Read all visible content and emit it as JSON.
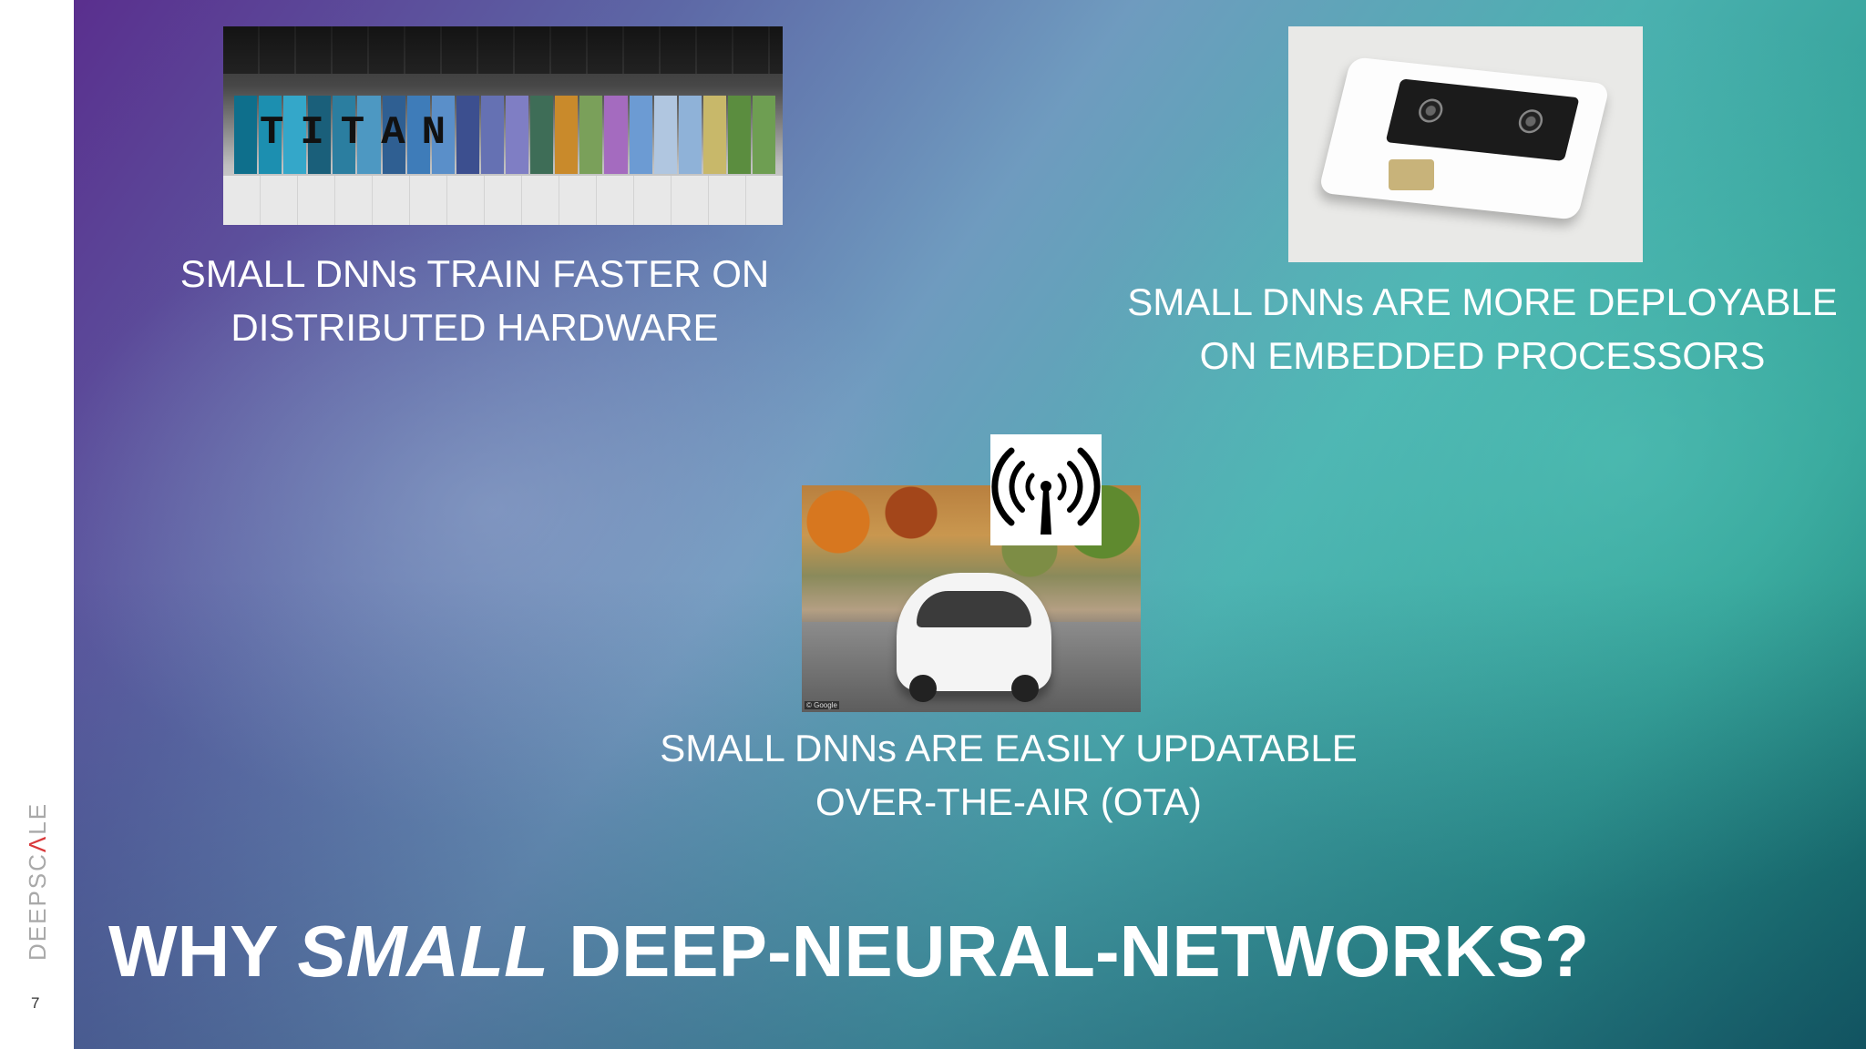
{
  "sidebar": {
    "brand": {
      "part1": "DEEPSC",
      "accent": "Λ",
      "part2": "LE"
    },
    "page_number": "7"
  },
  "slide": {
    "captions": {
      "distributed": [
        "SMALL DNNs TRAIN FASTER ON",
        "DISTRIBUTED HARDWARE"
      ],
      "embedded": [
        "SMALL DNNs ARE MORE DEPLOYABLE",
        "ON EMBEDDED PROCESSORS"
      ],
      "ota": [
        "SMALL DNNs ARE EASILY UPDATABLE",
        "OVER-THE-AIR (OTA)"
      ]
    },
    "title": {
      "before": "WHY ",
      "emphasis": "SMALL",
      "after": " DEEP-NEURAL-NETWORKS?"
    },
    "images": {
      "supercomputer_word": "TITAN",
      "car_credit": "© Google"
    }
  },
  "colors": {
    "accent_red": "#d9383a",
    "text_white": "#ffffff",
    "gradient_purple": "#5a2f8e",
    "gradient_teal": "#2a9c8f"
  }
}
